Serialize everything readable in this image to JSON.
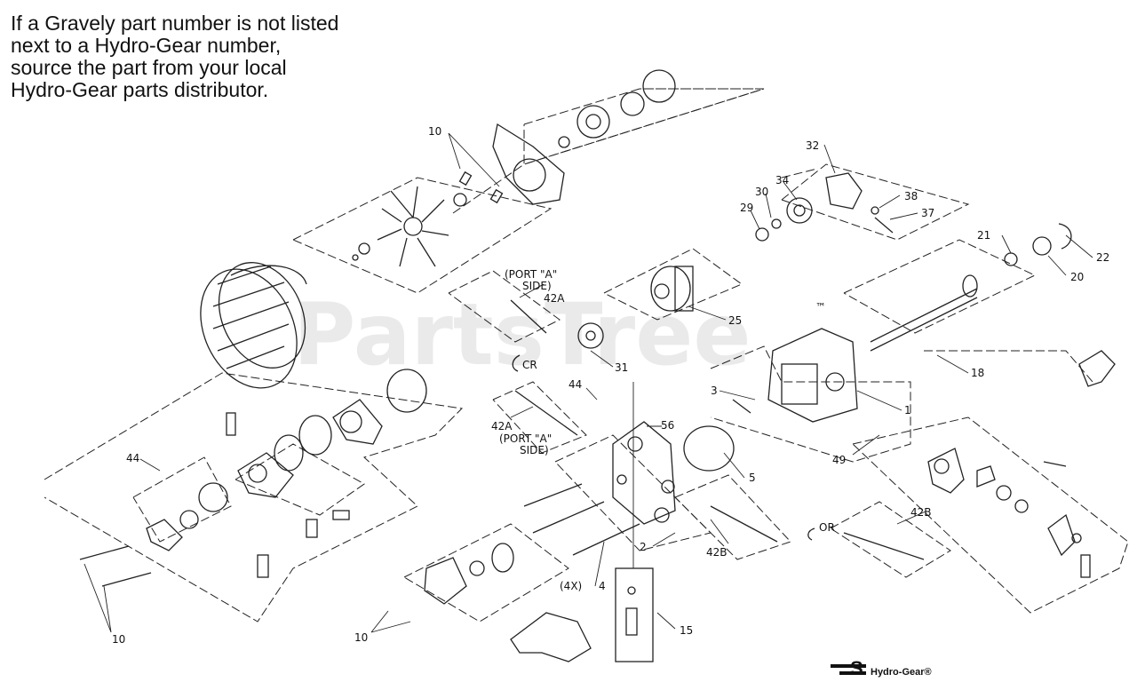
{
  "note_lines": [
    "If a Gravely part number is not listed",
    "next to a Hydro-Gear number,",
    "source the part from your local",
    "Hydro-Gear parts distributor."
  ],
  "watermark": "PartsTree",
  "watermark_tm": "™",
  "logo": {
    "mark": "S",
    "text": "Hydro-Gear®"
  },
  "callouts": {
    "c10_top": "10",
    "c32": "32",
    "c30": "30",
    "c34": "34",
    "c29": "29",
    "c38": "38",
    "c37": "37",
    "c21": "21",
    "c22": "22",
    "c20": "20",
    "port_a_1": "(PORT \"A\"",
    "port_a_1b": "SIDE)",
    "c42a_1": "42A",
    "c25": "25",
    "c18": "18",
    "c3": "3",
    "c1": "1",
    "cr": "CR",
    "c31": "31",
    "c44_mid": "44",
    "c42a_2": "42A",
    "port_a_2": "(PORT \"A\"",
    "port_a_2b": "SIDE)",
    "c56": "56",
    "c49": "49",
    "c44_left": "44",
    "c5": "5",
    "c42b_right": "42B",
    "or": "OR",
    "c2": "2",
    "c42b_mid": "42B",
    "c4x": "(4X)",
    "c4": "4",
    "c15": "15",
    "c10_bottom_left": "10",
    "c10_bottom_mid": "10"
  }
}
